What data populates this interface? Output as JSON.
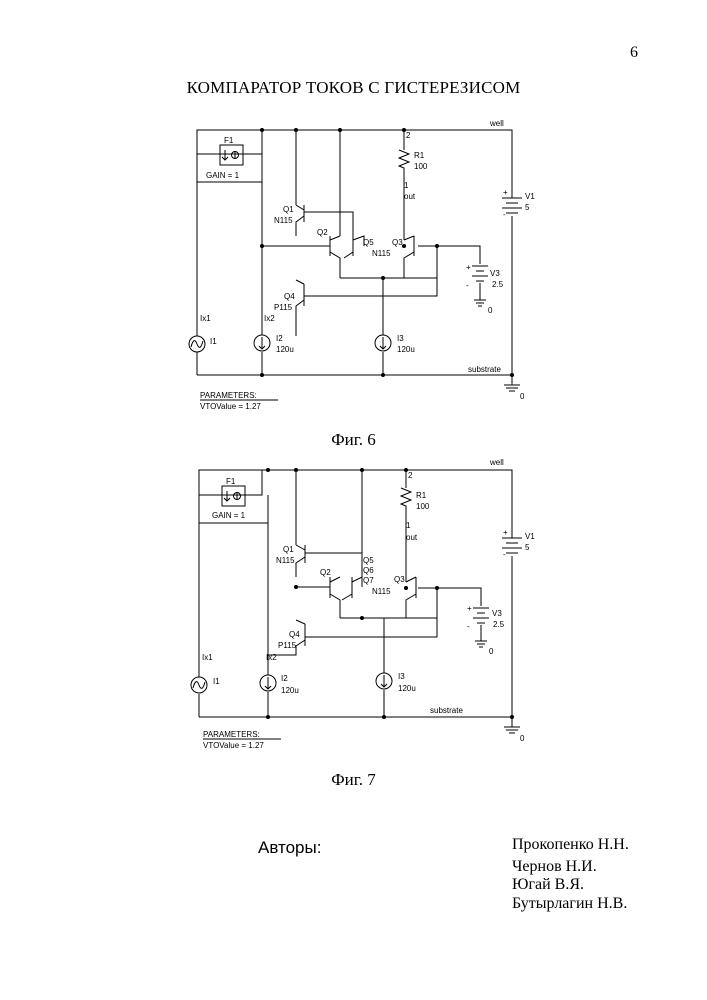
{
  "page_number": "6",
  "title": "КОМПАРАТОР ТОКОВ С ГИСТЕРЕЗИСОМ",
  "figures": [
    {
      "caption": "Фиг. 6",
      "labels": {
        "f1": "F1",
        "gain": "GAIN = 1",
        "node2": "2",
        "well": "well",
        "r1": "R1",
        "r1_val": "100",
        "node1": "1",
        "out": "out",
        "v1": "V1",
        "v1_val": "5",
        "plus": "+",
        "minus": "-",
        "q1": "Q1",
        "q1_model": "N115",
        "q2": "Q2",
        "q5": "Q5",
        "q5_model": "N115",
        "q3": "Q3",
        "v3": "V3",
        "v3_val": "2.5",
        "gnd": "0",
        "q4": "Q4",
        "q4_model": "P115",
        "ix1": "Ix1",
        "ix2": "Ix2",
        "i1": "I1",
        "i2": "I2",
        "i2_val": "120u",
        "i3": "I3",
        "i3_val": "120u",
        "substrate": "substrate",
        "params": "PARAMETERS:",
        "vto": "VTOValue = 1.27"
      }
    },
    {
      "caption": "Фиг. 7",
      "labels": {
        "f1": "F1",
        "gain": "GAIN = 1",
        "node2": "2",
        "well": "well",
        "r1": "R1",
        "r1_val": "100",
        "node1": "1",
        "out": "out",
        "v1": "V1",
        "v1_val": "5",
        "plus": "+",
        "minus": "-",
        "q1": "Q1",
        "q1_model": "N115",
        "q2": "Q2",
        "q5": "Q5",
        "q6": "Q6",
        "q7": "Q7",
        "q7_model": "N115",
        "q3": "Q3",
        "v3": "V3",
        "v3_val": "2.5",
        "gnd": "0",
        "q4": "Q4",
        "q4_model": "P115",
        "ix1": "Ix1",
        "ix2": "Ix2",
        "i1": "I1",
        "i2": "I2",
        "i2_val": "120u",
        "i3": "I3",
        "i3_val": "120u",
        "substrate": "substrate",
        "params": "PARAMETERS:",
        "vto": "VTOValue = 1.27"
      }
    }
  ],
  "authors_label": "Авторы:",
  "authors": [
    "Прокопенко Н.Н.",
    "Чернов Н.И.",
    "Югай В.Я.",
    "Бутырлагин Н.В."
  ]
}
